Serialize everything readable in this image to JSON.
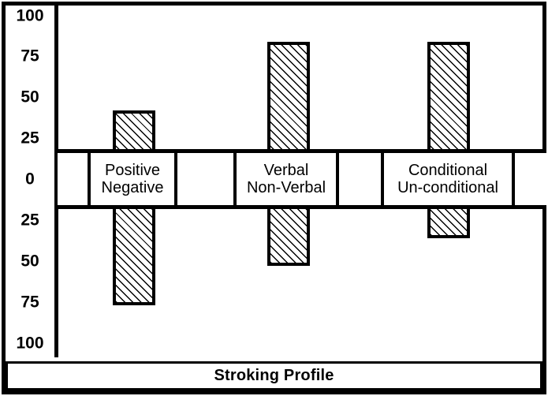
{
  "chart_data": {
    "type": "bar",
    "title": "Stroking Profile",
    "xlabel": "",
    "ylabel": "",
    "ylim": [
      -100,
      100
    ],
    "grid": false,
    "legend": "none",
    "orientation": "vertical",
    "note": "Diverging bar chart: each category has a positive value above the zero band and a negative value below it. Category names are printed inside the zero band; the upper word labels the positive side and the lower word labels the negative side.",
    "y_ticks": [
      {
        "label": "100",
        "value": 100
      },
      {
        "label": "75",
        "value": 75
      },
      {
        "label": "50",
        "value": 50
      },
      {
        "label": "25",
        "value": 25
      },
      {
        "label": "0",
        "value": 0
      },
      {
        "label": "25",
        "value": -25
      },
      {
        "label": "50",
        "value": -50
      },
      {
        "label": "75",
        "value": -75
      },
      {
        "label": "100",
        "value": -100
      }
    ],
    "categories": [
      "Positive / Negative",
      "Verbal / Non-Verbal",
      "Conditional / Un-conditional"
    ],
    "series": [
      {
        "name": "Positive (upward)",
        "values": [
          42,
          84,
          84
        ]
      },
      {
        "name": "Negative (downward)",
        "values": [
          -77,
          -53,
          -36
        ]
      }
    ],
    "bars": [
      {
        "group": "Positive / Negative",
        "top_label": "Positive",
        "bottom_label": "Negative",
        "positive": 42,
        "negative": -77
      },
      {
        "group": "Verbal / Non-Verbal",
        "top_label": "Verbal",
        "bottom_label": "Non-Verbal",
        "positive": 84,
        "negative": -53
      },
      {
        "group": "Conditional / Un-conditional",
        "top_label": "Conditional",
        "bottom_label": "Un-conditional",
        "positive": 84,
        "negative": -36
      }
    ]
  },
  "axis": {
    "ticks": [
      "100",
      "75",
      "50",
      "25",
      "0",
      "25",
      "50",
      "75",
      "100"
    ]
  },
  "band": {
    "cells": [
      {
        "type": "spacer",
        "line1": "",
        "line2": ""
      },
      {
        "type": "label",
        "line1": "Positive",
        "line2": "Negative"
      },
      {
        "type": "spacer",
        "line1": "",
        "line2": ""
      },
      {
        "type": "label",
        "line1": "Verbal",
        "line2": "Non-Verbal"
      },
      {
        "type": "spacer",
        "line1": "",
        "line2": ""
      },
      {
        "type": "label",
        "line1": "Conditional",
        "line2": "Un-conditional"
      },
      {
        "type": "spacer",
        "line1": "",
        "line2": ""
      }
    ]
  },
  "footer": {
    "title": "Stroking Profile"
  },
  "colors": {
    "ink": "#000000",
    "paper": "#ffffff"
  }
}
